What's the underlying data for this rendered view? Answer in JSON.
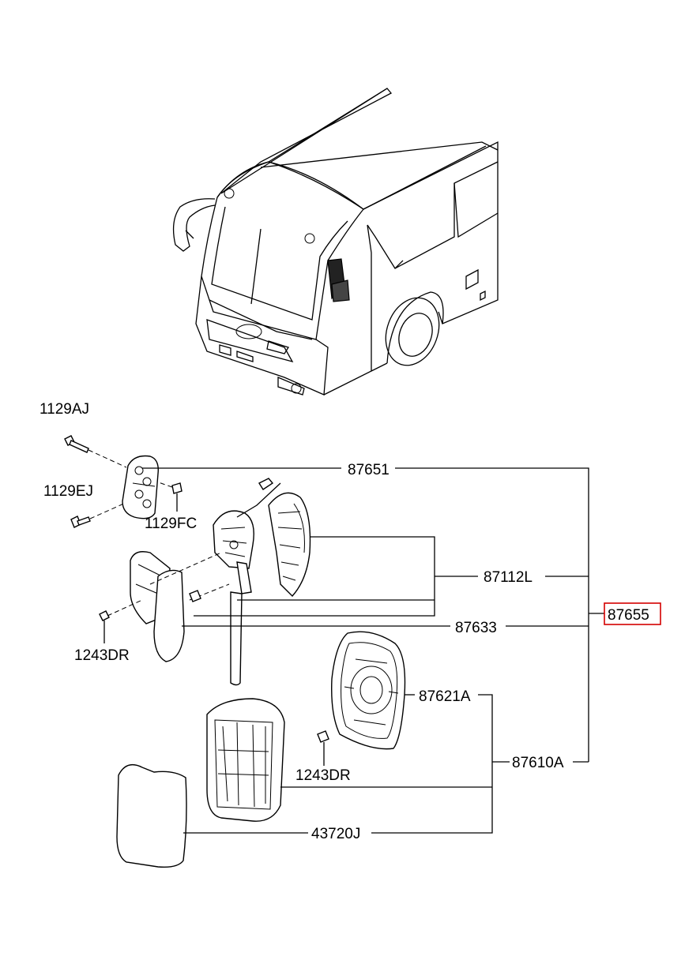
{
  "diagram": {
    "callouts": {
      "assembly": "87655",
      "bracket_cover": "87651",
      "housing": "87112L",
      "mirror_cover": "87633",
      "glass": "87621A",
      "glass_holder": "87610A",
      "heated_pad": "43720J",
      "bolt_aj": "1129AJ",
      "bolt_ej": "1129EJ",
      "bolt_fc": "1129FC",
      "screw_dr_left": "1243DR",
      "screw_dr_right": "1243DR"
    },
    "highlight_color": "#d40000"
  }
}
